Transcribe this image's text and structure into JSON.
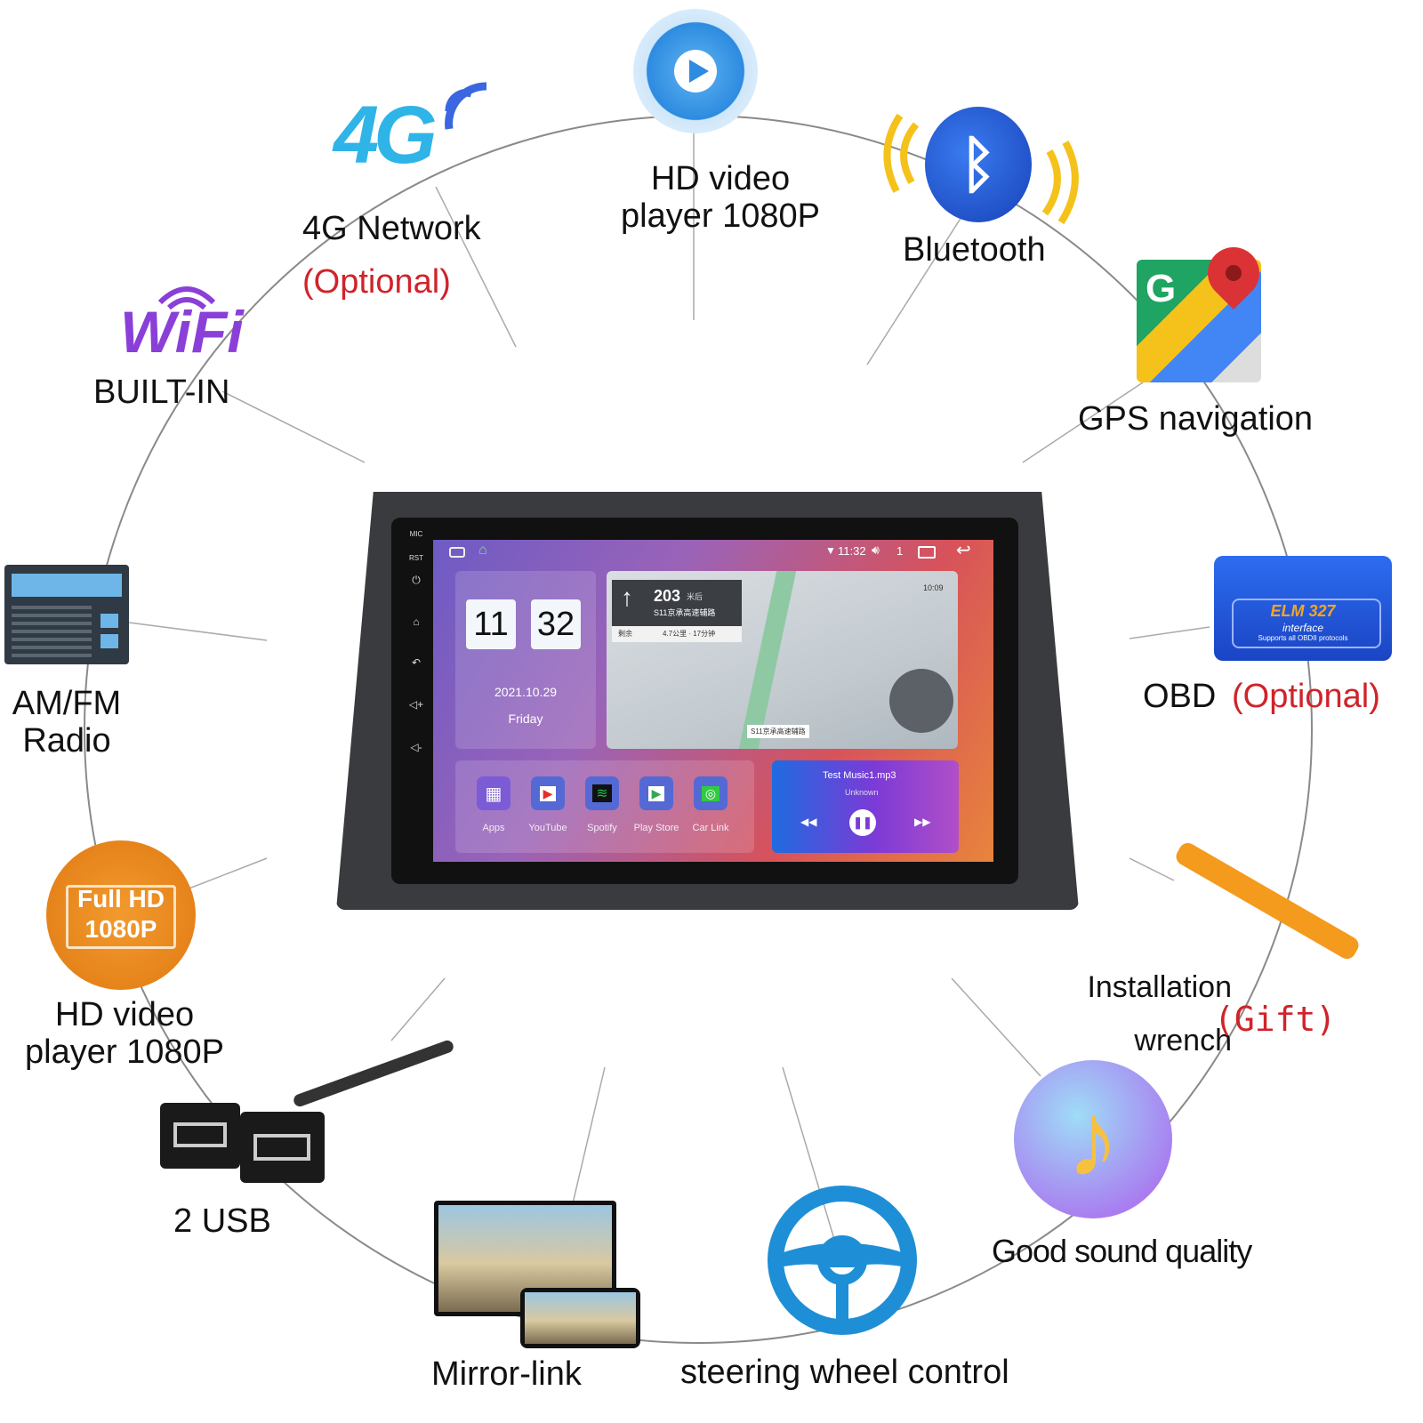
{
  "features": {
    "hd_video_top": "HD video\nplayer 1080P",
    "network": "4G Network",
    "network_note": "(Optional)",
    "bluetooth": "Bluetooth",
    "wifi_logo": "WiFi",
    "wifi": "BUILT-IN",
    "gps": "GPS navigation",
    "radio": "AM/FM\nRadio",
    "obd": "OBD",
    "obd_note": "(Optional)",
    "obd_device": {
      "brand": "ELM 327",
      "sub": "interface",
      "desc": "Supports all OBDII protocols"
    },
    "fullhd_badge": {
      "line1": "Full HD",
      "line2": "1080P"
    },
    "hd_video_left": "HD video\nplayer 1080P",
    "wrench": "Installation\nwrench",
    "wrench_note": "(Gift)",
    "usb": "2 USB",
    "sound": "Good sound quality",
    "mirror": "Mirror-link",
    "steering": "steering wheel control"
  },
  "device": {
    "side_buttons": [
      "MIC",
      "RST",
      "power-icon",
      "home-icon",
      "back-icon",
      "volume-up-icon",
      "volume-down-icon"
    ],
    "status": {
      "time": "11:32",
      "volume": "1"
    },
    "clock": {
      "hour": "11",
      "minute": "32",
      "date": "2021.10.29",
      "day": "Friday"
    },
    "nav": {
      "distance": "203",
      "unit": "米后",
      "road": "S11京承高速辅路",
      "detail_left": "剩余",
      "detail_right": "4.7公里 · 17分钟",
      "corner_time": "10:09",
      "bottom_road": "S11京承高速辅路"
    },
    "apps": [
      {
        "label": "Apps",
        "color": "#7b5bd6"
      },
      {
        "label": "YouTube",
        "color": "#e52d27"
      },
      {
        "label": "Spotify",
        "color": "#1db954"
      },
      {
        "label": "Play Store",
        "color": "#34a853"
      },
      {
        "label": "Car Link",
        "color": "#2ecc40"
      }
    ],
    "music": {
      "title": "Test Music1.mp3",
      "artist": "Unknown"
    }
  }
}
